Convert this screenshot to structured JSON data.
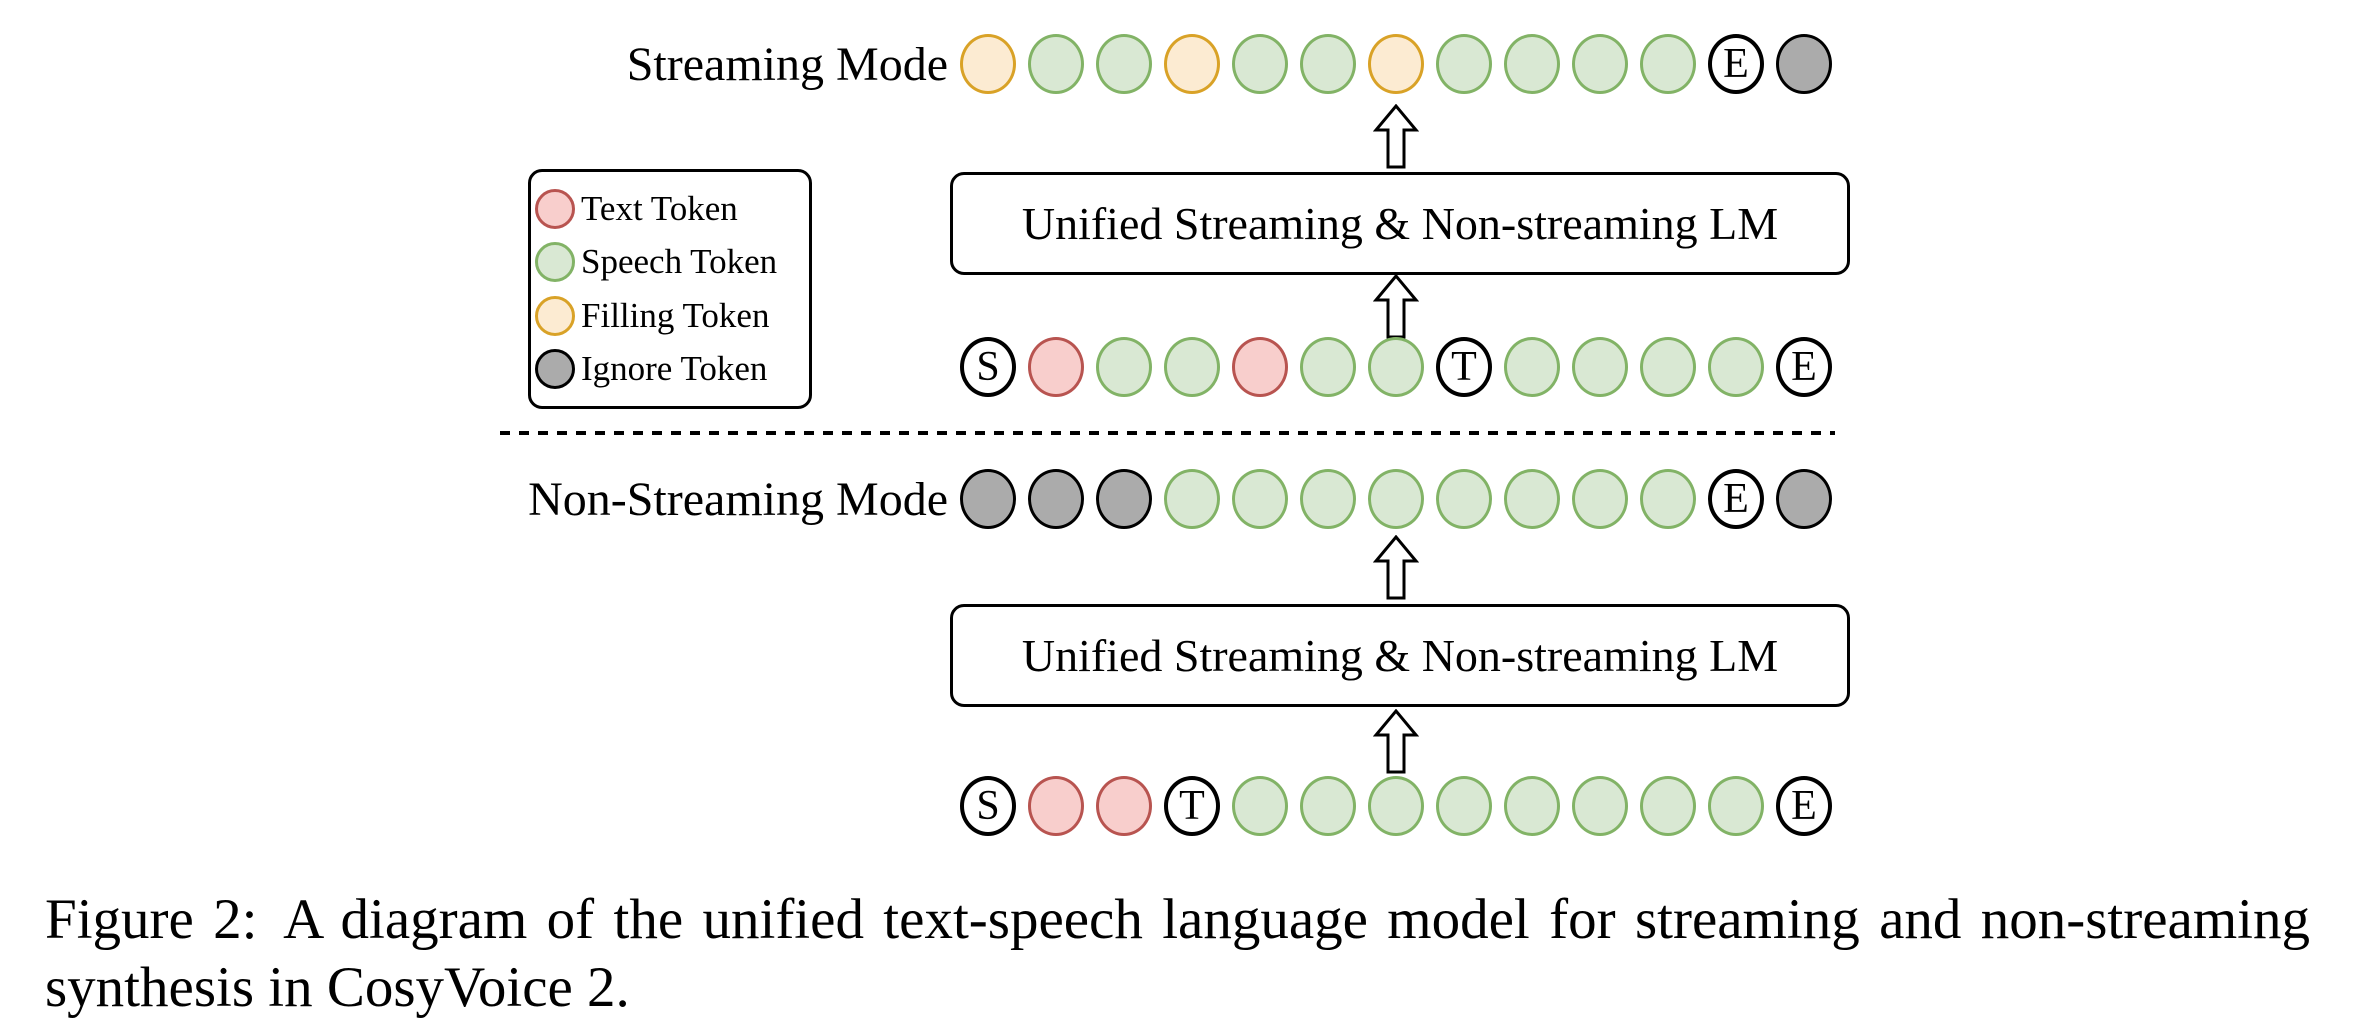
{
  "figure": {
    "streaming": {
      "mode_label": "Streaming Mode",
      "output_tokens": [
        "filling",
        "speech",
        "speech",
        "filling",
        "speech",
        "speech",
        "filling",
        "speech",
        "speech",
        "speech",
        "speech",
        "E",
        "ignore"
      ],
      "lm_box_label": "Unified Streaming & Non-streaming LM",
      "input_tokens": [
        "S",
        "text",
        "speech",
        "speech",
        "text",
        "speech",
        "speech",
        "T",
        "speech",
        "speech",
        "speech",
        "speech",
        "E"
      ]
    },
    "non_streaming": {
      "mode_label": "Non-Streaming Mode",
      "output_tokens": [
        "ignore",
        "ignore",
        "ignore",
        "speech",
        "speech",
        "speech",
        "speech",
        "speech",
        "speech",
        "speech",
        "speech",
        "E",
        "ignore"
      ],
      "lm_box_label": "Unified Streaming & Non-streaming LM",
      "input_tokens": [
        "S",
        "text",
        "text",
        "T",
        "speech",
        "speech",
        "speech",
        "speech",
        "speech",
        "speech",
        "speech",
        "speech",
        "E"
      ]
    },
    "legend": {
      "items": [
        {
          "label": "Text Token",
          "type": "text"
        },
        {
          "label": "Speech Token",
          "type": "speech"
        },
        {
          "label": "Filling Token",
          "type": "filling"
        },
        {
          "label": "Ignore Token",
          "type": "ignore"
        }
      ]
    },
    "token_colors": {
      "text": {
        "fill": "#F8CECC",
        "stroke": "#B85450"
      },
      "speech": {
        "fill": "#D9E8D3",
        "stroke": "#82B366"
      },
      "filling": {
        "fill": "#FCEBD2",
        "stroke": "#D9A227"
      },
      "ignore": {
        "fill": "#ABABAB",
        "stroke": "#000000"
      },
      "marker": {
        "fill": "#FFFFFF",
        "stroke": "#000000"
      }
    },
    "caption": {
      "label": "Figure 2:",
      "text": "A diagram of the unified text-speech language model for streaming and non-streaming synthesis in CosyVoice 2."
    }
  }
}
